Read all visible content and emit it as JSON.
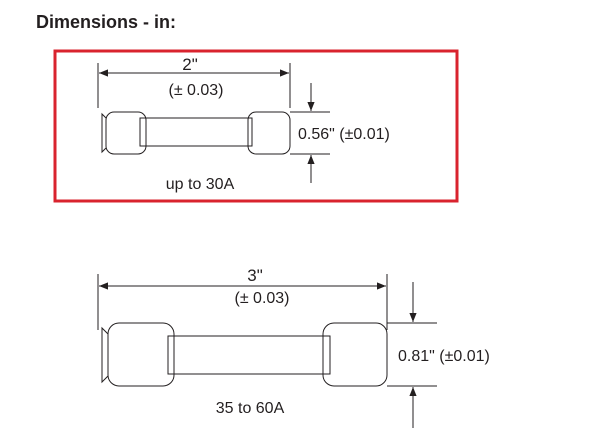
{
  "heading": "Dimensions - in:",
  "highlight_color": "#d9232e",
  "line_color": "#231f20",
  "fuse_small": {
    "length": "2\"",
    "length_tolerance": "(± 0.03)",
    "diameter": "0.56\" (±0.01)",
    "rating": "up to 30A"
  },
  "fuse_large": {
    "length": "3\"",
    "length_tolerance": "(± 0.03)",
    "diameter": "0.81\" (±0.01)",
    "rating": "35 to 60A"
  }
}
